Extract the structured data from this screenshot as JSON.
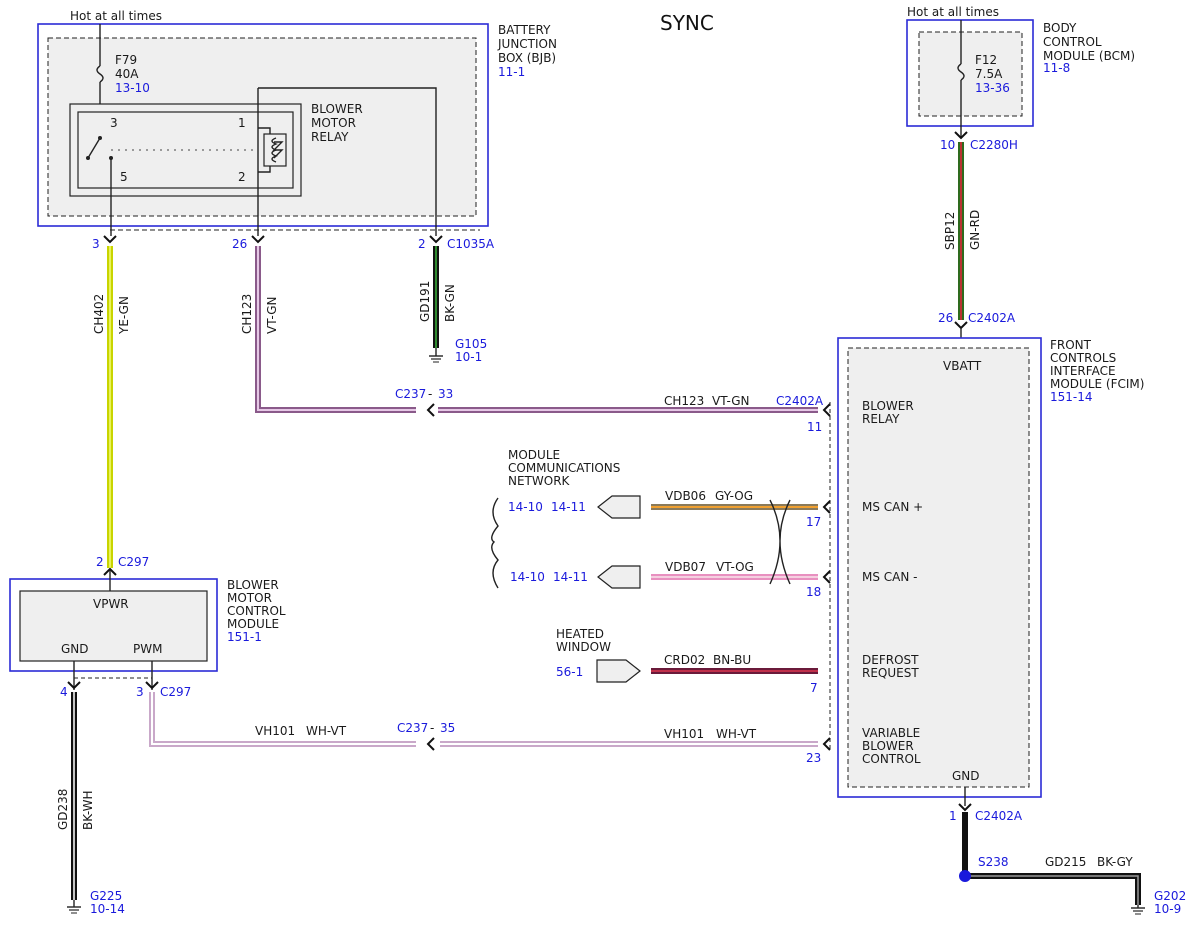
{
  "title": "SYNC",
  "colors": {
    "link_blue": "#1a1adc",
    "box_blue": "#2b2bd6"
  },
  "bjb": {
    "hot": "Hot at all times",
    "name": [
      "BATTERY",
      "JUNCTION",
      "BOX (BJB)"
    ],
    "ref": "11-1",
    "fuse_name": "F79",
    "fuse_rating": "40A",
    "fuse_ref": "13-10",
    "relay_name": [
      "BLOWER",
      "MOTOR",
      "RELAY"
    ],
    "pin3": "3",
    "pin5": "5",
    "pin1": "1",
    "pin2": "2"
  },
  "bcm": {
    "hot": "Hot at all times",
    "name": [
      "BODY",
      "CONTROL",
      "MODULE (BCM)"
    ],
    "ref": "11-8",
    "fuse_name": "F12",
    "fuse_rating": "7.5A",
    "fuse_ref": "13-36",
    "pin": "10",
    "connector": "C2280H"
  },
  "wires": {
    "ch402": {
      "pin": "3",
      "circuit": "CH402",
      "color": "YE-GN"
    },
    "ch123": {
      "pin": "26",
      "circuit": "CH123",
      "color": "VT-GN"
    },
    "gd191": {
      "pin": "2",
      "connector": "C1035A",
      "circuit": "GD191",
      "color": "BK-GN",
      "ground": "G105",
      "ground_ref": "10-1"
    },
    "sbp12": {
      "circuit": "SBP12",
      "color": "GN-RD",
      "pin": "26",
      "connector": "C2402A"
    },
    "c237_33": "C237",
    "c237_33_dash": "-",
    "c237_33_pin": "33",
    "ch123_h": {
      "circuit": "CH123",
      "color": "VT-GN",
      "connector": "C2402A",
      "pin": "11"
    },
    "vdb06": {
      "circuit": "VDB06",
      "color": "GY-OG",
      "pin": "17",
      "ref1": "14-10",
      "ref2": "14-11"
    },
    "vdb07": {
      "circuit": "VDB07",
      "color": "VT-OG",
      "pin": "18",
      "ref1": "14-10",
      "ref2": "14-11"
    },
    "crd02": {
      "circuit": "CRD02",
      "color": "BN-BU",
      "pin": "7",
      "ref": "56-1"
    },
    "vh101_left": {
      "circuit": "VH101",
      "color": "WH-VT"
    },
    "c237_35": "C237",
    "c237_35_dash": "-",
    "c237_35_pin": "35",
    "vh101_right": {
      "circuit": "VH101",
      "color": "WH-VT",
      "pin": "23"
    },
    "c297_top": {
      "pin": "2",
      "connector": "C297"
    },
    "c297_bot": {
      "gnd_pin": "4",
      "pwm_pin": "3",
      "connector": "C297"
    },
    "gd238": {
      "circuit": "GD238",
      "color": "BK-WH",
      "ground": "G225",
      "ground_ref": "10-14"
    },
    "fcim_gnd": {
      "pin": "1",
      "connector": "C2402A"
    },
    "gd215": {
      "splice": "S238",
      "circuit": "GD215",
      "color": "BK-GY",
      "ground": "G202",
      "ground_ref": "10-9"
    }
  },
  "mcn": {
    "label": [
      "MODULE",
      "COMMUNICATIONS",
      "NETWORK"
    ]
  },
  "heated": {
    "label": [
      "HEATED",
      "WINDOW"
    ]
  },
  "bmcm": {
    "name": [
      "BLOWER",
      "MOTOR",
      "CONTROL",
      "MODULE"
    ],
    "ref": "151-1",
    "vpwr": "VPWR",
    "gnd": "GND",
    "pwm": "PWM"
  },
  "fcim": {
    "name": [
      "FRONT",
      "CONTROLS",
      "INTERFACE",
      "MODULE (FCIM)"
    ],
    "ref": "151-14",
    "vbatt": "VBATT",
    "blower_relay": [
      "BLOWER",
      "RELAY"
    ],
    "ms_can_plus": "MS CAN +",
    "ms_can_minus": "MS CAN -",
    "defrost": [
      "DEFROST",
      "REQUEST"
    ],
    "vbc": [
      "VARIABLE",
      "BLOWER",
      "CONTROL"
    ],
    "gnd": "GND"
  }
}
